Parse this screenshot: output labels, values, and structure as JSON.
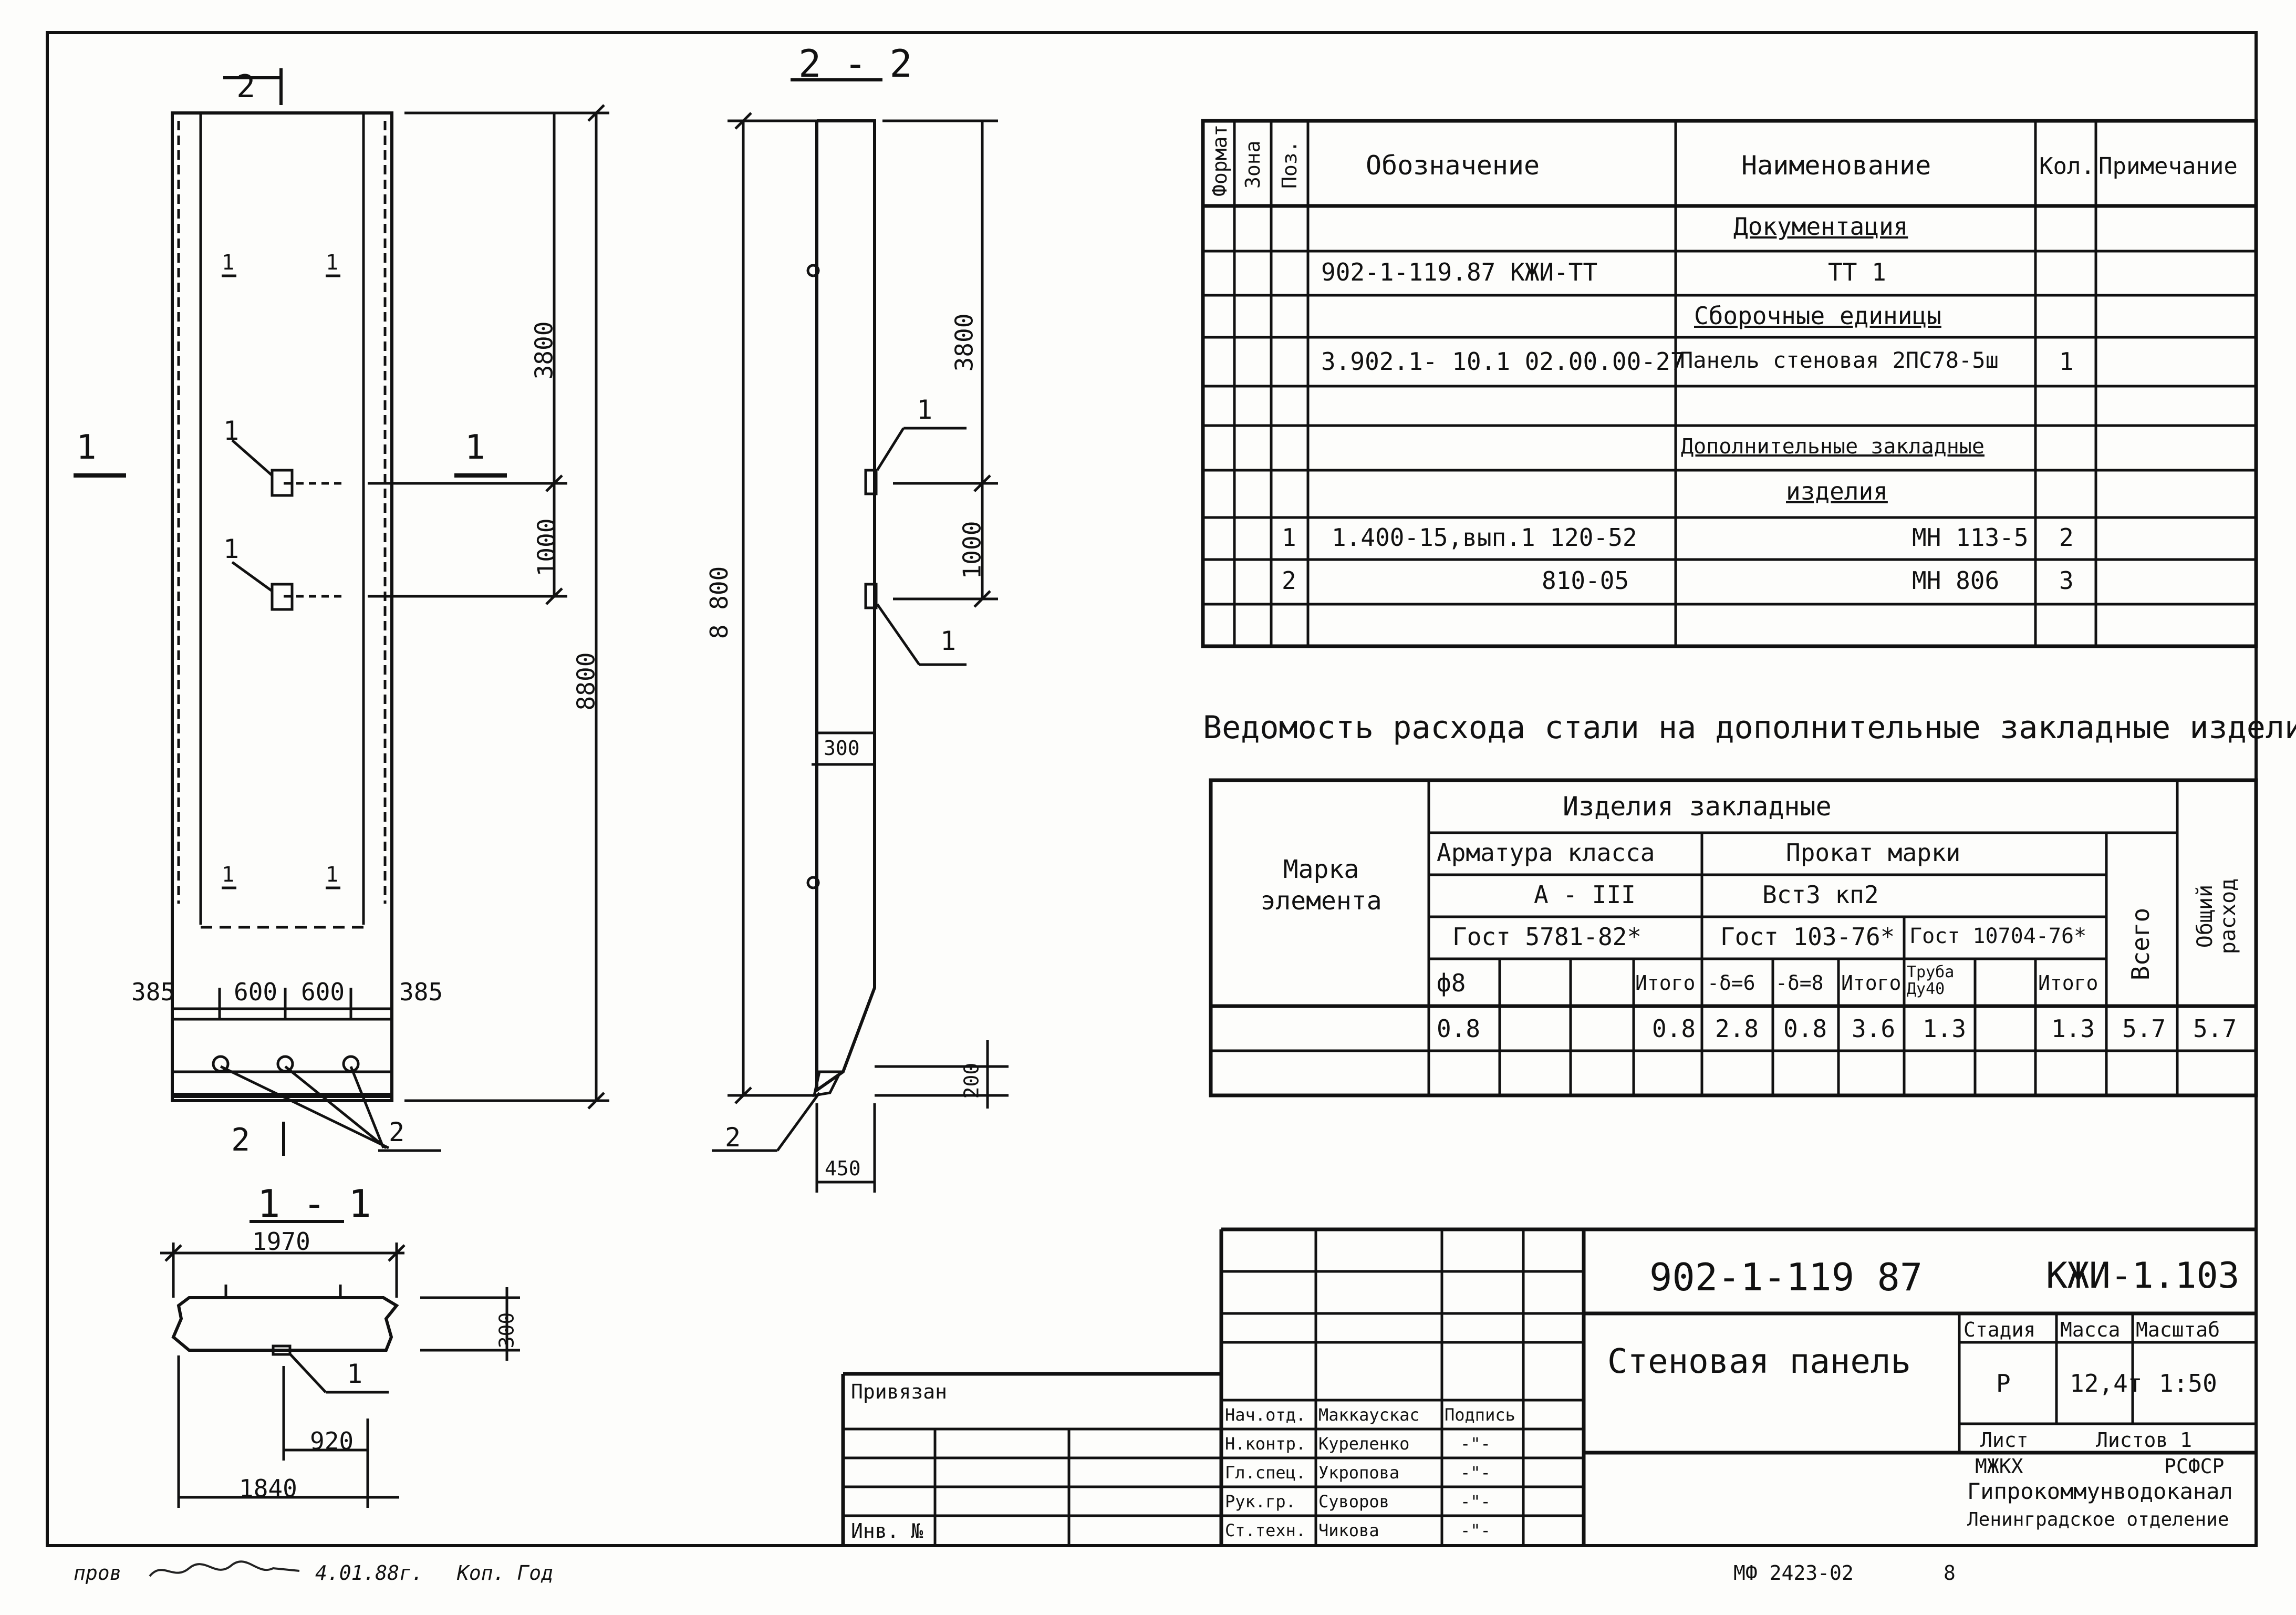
{
  "drawing": {
    "panel_view": {
      "cut_mark_top": "2",
      "cut_mark_bottom": "2",
      "section_mark_left": "1",
      "section_mark_right": "1",
      "dim_3800": "3800",
      "dim_1000": "1000",
      "dim_8800": "8800",
      "dim_385_left": "385",
      "dim_600_a": "600",
      "dim_600_b": "600",
      "dim_385_right": "385",
      "leader_1a": "1",
      "leader_1b": "1",
      "leader_2": "2",
      "fraction_top": "1",
      "fraction_bottom": "1"
    },
    "section_2_2": {
      "title": "2 - 2",
      "dim_3800": "3800",
      "dim_1000": "1000",
      "dim_8800": "8 800",
      "dim_300": "300",
      "dim_200": "200",
      "dim_450": "450",
      "leader_1a": "1",
      "leader_1b": "1",
      "leader_2": "2"
    },
    "section_1_1": {
      "title": "1 - 1",
      "dim_1970": "1970",
      "dim_300": "300",
      "dim_920": "920",
      "dim_1840": "1840",
      "leader_1": "1"
    }
  },
  "spec_table": {
    "headers": {
      "format": "Формат",
      "zone": "Зона",
      "pos": "Поз.",
      "designation": "Обозначение",
      "name": "Наименование",
      "qty": "Кол.",
      "note": "Примечание"
    },
    "rows": [
      {
        "pos": "",
        "designation": "",
        "name": "Документация",
        "qty": "",
        "underline": true
      },
      {
        "pos": "",
        "designation": "902-1-119.87     КЖИ-ТТ",
        "name": "ТТ 1",
        "qty": ""
      },
      {
        "pos": "",
        "designation": "",
        "name": "Сборочные единицы",
        "qty": "",
        "underline": true
      },
      {
        "pos": "",
        "designation": "3.902.1- 10.1    02.00.00-27",
        "name": "Панель стеновая 2ПС78-5ш",
        "qty": "1"
      },
      {
        "pos": "",
        "designation": "",
        "name": "",
        "qty": ""
      },
      {
        "pos": "",
        "designation": "",
        "name": "Дополнительные закладные",
        "qty": "",
        "underline": true
      },
      {
        "pos": "",
        "designation": "",
        "name": "изделия",
        "qty": "",
        "underline": true
      },
      {
        "pos": "1",
        "designation": "1.400-15,вып.1   120-52",
        "name": "МН 113-5",
        "qty": "2"
      },
      {
        "pos": "2",
        "designation": "810-05",
        "name": "МН 806",
        "qty": "3"
      },
      {
        "pos": "",
        "designation": "",
        "name": "",
        "qty": ""
      }
    ]
  },
  "steel_title": "Ведомость расхода стали на дополнительные закладные изделия, кг.",
  "steel_table": {
    "mark_header": "Марка элемента",
    "embedded": "Изделия  закладные",
    "rebar_class": "Арматура класса",
    "rebar_grade": "А - III",
    "rebar_gost": "Гост 5781-82*",
    "rolled": "Прокат марки",
    "rolled_grade": "Вст3 кп2",
    "gost_a": "Гост 103-76*",
    "gost_b": "Гост 10704-76*",
    "total": "Всего",
    "overall": "Общий расход",
    "col_phi8": "ф8",
    "col_itogo1": "Итого",
    "col_d6": "-δ=6",
    "col_d8": "-δ=8",
    "col_itogo2": "Итого",
    "col_tube": "Труба Ду40",
    "col_itogo3": "Итого",
    "values": {
      "phi8": "0.8",
      "itogo1": "0.8",
      "d6": "2.8",
      "d8": "0.8",
      "itogo2": "3.6",
      "tube": "1.3",
      "itogo3": "1.3",
      "total": "5.7",
      "overall": "5.7"
    }
  },
  "title_block": {
    "doc_code": "902-1-119 87",
    "sheet_code": "КЖИ-1.103",
    "title": "Стеновая панель",
    "stage_label": "Стадия",
    "mass_label": "Масса",
    "scale_label": "Масштаб",
    "stage": "Р",
    "mass": "12,4т",
    "scale": "1:50",
    "sheet_label": "Лист",
    "sheets_label": "Листов 1",
    "org_line1_left": "МЖКХ",
    "org_line1_right": "РСФСР",
    "org_line2": "Гипрокоммунводоканал",
    "org_line3": "Ленинградское отделение",
    "tied": "Привязан",
    "inv": "Инв. №",
    "signatures": [
      {
        "role": "Нач.отд.",
        "name": "Маккаускас",
        "sign": "Подпись"
      },
      {
        "role": "Н.контр.",
        "name": "Куреленко",
        "sign": "-\"-"
      },
      {
        "role": "Гл.спец.",
        "name": "Укропова",
        "sign": "-\"-"
      },
      {
        "role": "Рук.гр.",
        "name": "Суворов",
        "sign": "-\"-"
      },
      {
        "role": "Ст.техн.",
        "name": "Чикова",
        "sign": "-\"-"
      }
    ]
  },
  "footer": {
    "check": "пров",
    "check_date": "4.01.88г.",
    "copy": "Коп. Год",
    "plate": "МФ 2423-02",
    "page": "8"
  }
}
